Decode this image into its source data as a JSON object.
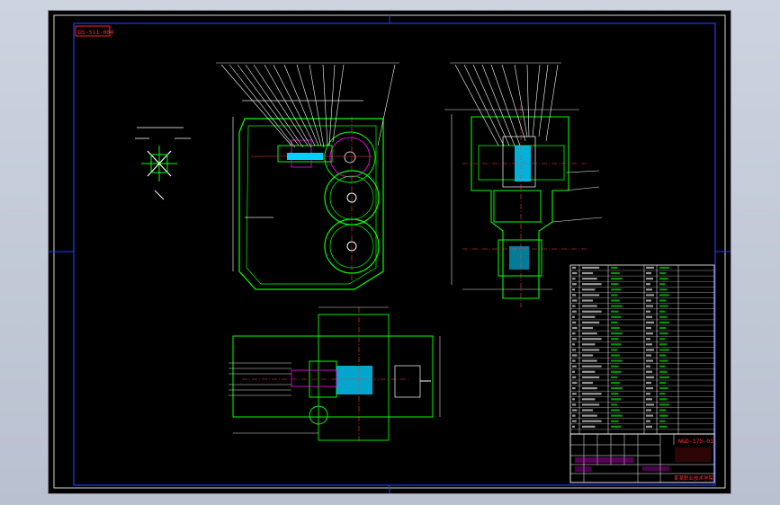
{
  "drawing": {
    "code": "DS-S11-004",
    "assembly_code": "NGD-175-01",
    "school": "某某职业技术学院"
  },
  "colors": {
    "frame": "#ffffff",
    "border": "#1a3cff",
    "lines": "#00ff00",
    "center": "#ff3a3a",
    "dimension": "#e0e0e0",
    "highlight": "#00d0ff",
    "magenta": "#ff00ff",
    "yellow": "#ffff00"
  },
  "icons": [
    "cross-section-icon"
  ]
}
